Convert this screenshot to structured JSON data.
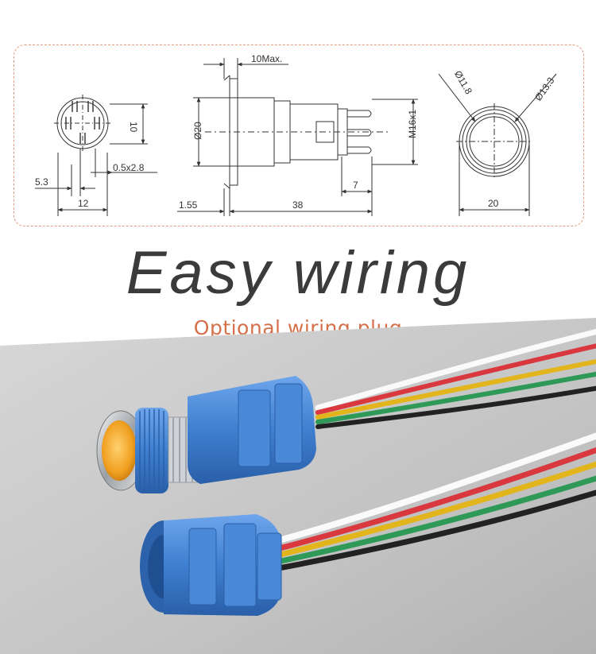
{
  "drawing": {
    "front_view": {
      "height_label": "10",
      "pin_label": "0.5x2.8",
      "offset_label": "5.3",
      "width_label": "12"
    },
    "side_view": {
      "flange_label": "10Max.",
      "diameter_label": "Ø20",
      "thread_label": "M16x1",
      "pin_length_label": "7",
      "flange_thickness_label": "1.55",
      "length_label": "38"
    },
    "rear_view": {
      "inner_diameter_label": "Ø11.8",
      "outer_diameter_label": "Ø13.3",
      "width_label": "20"
    }
  },
  "headline": "Easy wiring",
  "subline": "Optional wiring plug",
  "colors": {
    "accent": "#d5704a",
    "connector_blue": "#3f7fd0",
    "lamp_orange": "#f0a020"
  }
}
